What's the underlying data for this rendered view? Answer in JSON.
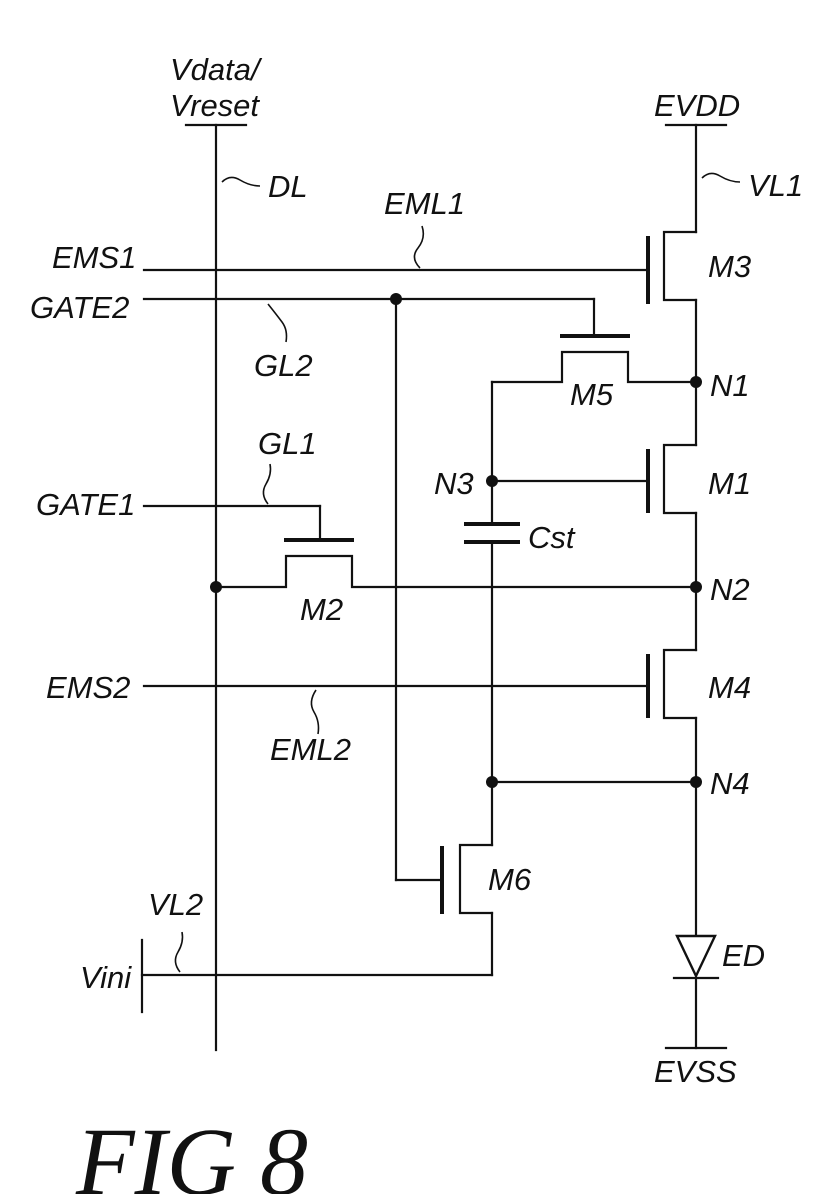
{
  "labels": {
    "data_line_top": "Vdata/",
    "data_line_bottom": "Vreset",
    "dl": "DL",
    "evdd": "EVDD",
    "vl1": "VL1",
    "eml1": "EML1",
    "ems1": "EMS1",
    "m3": "M3",
    "gate2": "GATE2",
    "gl2": "GL2",
    "m5": "M5",
    "n1": "N1",
    "gl1": "GL1",
    "n3": "N3",
    "m1": "M1",
    "gate1": "GATE1",
    "cst": "Cst",
    "m2": "M2",
    "n2": "N2",
    "ems2": "EMS2",
    "m4": "M4",
    "eml2": "EML2",
    "n4": "N4",
    "m6": "M6",
    "vl2": "VL2",
    "vini": "Vini",
    "ed": "ED",
    "evss": "EVSS"
  },
  "caption": "FIG 8"
}
